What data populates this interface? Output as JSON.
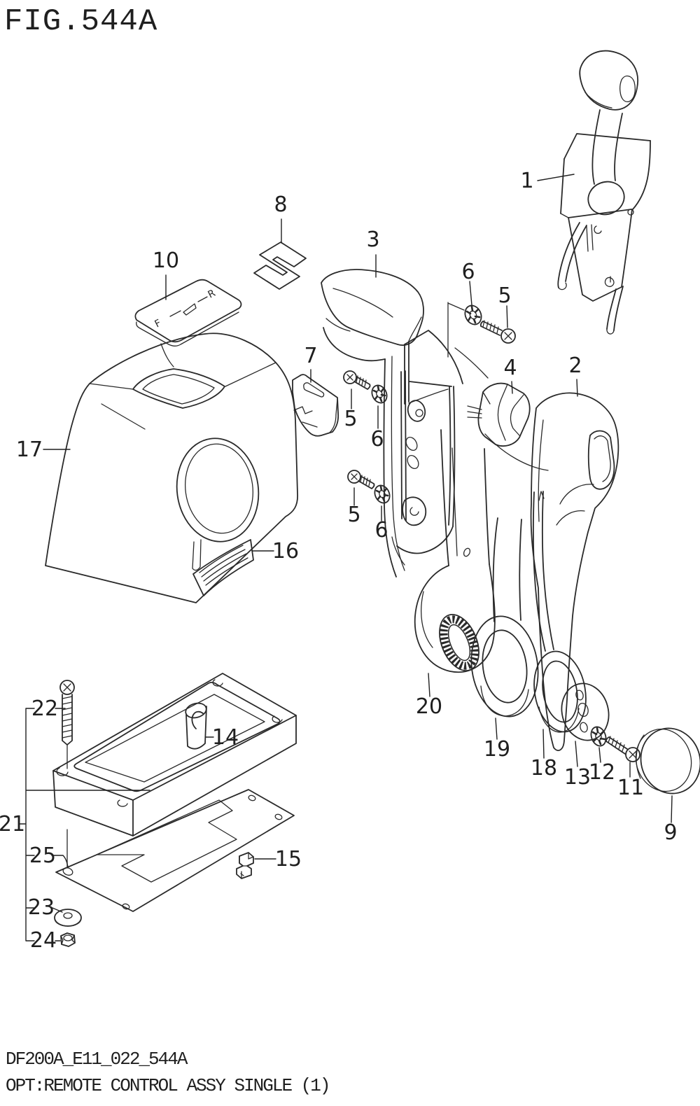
{
  "figure": {
    "title": "FIG.544A"
  },
  "footer": {
    "code": "DF200A_E11_022_544A",
    "description": "OPT:REMOTE CONTROL ASSY SINGLE (1)"
  },
  "drawing": {
    "ink_color": "#1f1f1f",
    "background_color": "#ffffff",
    "subject": "exploded-parts-diagram"
  },
  "indicator_plate": {
    "forward_mark": "F",
    "reverse_mark": "R"
  },
  "callouts": [
    {
      "label": "1"
    },
    {
      "label": "8"
    },
    {
      "label": "10"
    },
    {
      "label": "3"
    },
    {
      "label": "6"
    },
    {
      "label": "5"
    },
    {
      "label": "7"
    },
    {
      "label": "4"
    },
    {
      "label": "2"
    },
    {
      "label": "17"
    },
    {
      "label": "5"
    },
    {
      "label": "6"
    },
    {
      "label": "5"
    },
    {
      "label": "6"
    },
    {
      "label": "16"
    },
    {
      "label": "20"
    },
    {
      "label": "19"
    },
    {
      "label": "18"
    },
    {
      "label": "13"
    },
    {
      "label": "12"
    },
    {
      "label": "11"
    },
    {
      "label": "9"
    },
    {
      "label": "22"
    },
    {
      "label": "14"
    },
    {
      "label": "21"
    },
    {
      "label": "25"
    },
    {
      "label": "15"
    },
    {
      "label": "23"
    },
    {
      "label": "24"
    }
  ]
}
